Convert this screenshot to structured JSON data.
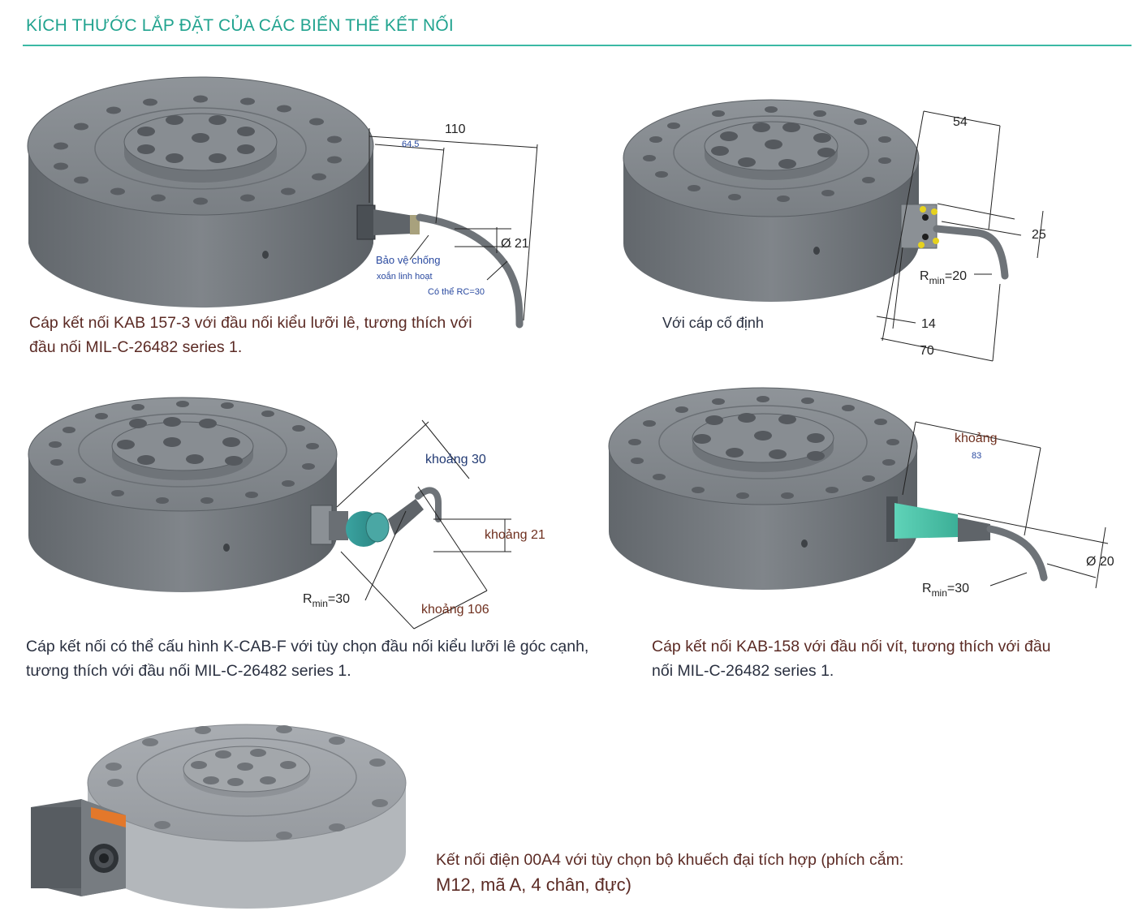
{
  "header": {
    "title": "KÍCH THƯỚC LẮP ĐẶT CỦA CÁC BIẾN THỂ KẾT NỐI"
  },
  "variants": [
    {
      "caption_lines": [
        "Cáp kết nối KAB 157-3 với đầu nối kiểu lưỡi lê, tương thích với",
        "đầu nối MIL-C-26482 series 1."
      ],
      "dims": {
        "d1": "110",
        "d2": "64,5",
        "d3": "Ø 21",
        "note1": "Bảo vệ chống",
        "note2": "xoắn linh hoạt",
        "note3": "Có thể RC=30"
      }
    },
    {
      "caption_lines": [
        "Với cáp cố định"
      ],
      "dims": {
        "d1": "54",
        "d2": "25",
        "r": "=20",
        "d3": "14",
        "d4": "70"
      }
    },
    {
      "caption_lines": [
        "Cáp kết nối có thể cấu hình K-CAB-F với tùy chọn đầu nối kiểu lưỡi lê góc cạnh,",
        "tương thích với đầu nối MIL-C-26482 series 1."
      ],
      "dims": {
        "d1": "khoảng 30",
        "d2": "khoảng 21",
        "r": "=30",
        "d3": "khoảng 106"
      }
    },
    {
      "caption_lines": [
        "Cáp kết nối KAB-158 với đầu nối vít, tương thích với đầu",
        "nối MIL-C-26482 series 1."
      ],
      "dims": {
        "d1": "khoảng",
        "d1b": "83",
        "d2": "Ø 20",
        "r": "=30"
      }
    },
    {
      "caption_lines": [
        "Kết nối điện 00A4 với tùy chọn bộ khuếch đại tích hợp (phích cắm:",
        "M12, mã A, 4 chân, đực)"
      ]
    }
  ],
  "r_symbol": "R",
  "r_sub": "min",
  "colors": {
    "accent": "#21a38f",
    "caption": "#5b2a24",
    "body_grey": "#6b7075"
  }
}
